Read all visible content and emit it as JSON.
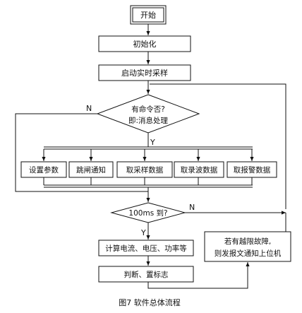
{
  "flowchart": {
    "start": "开始",
    "init": "初始化",
    "start_sampling": "启动实时采样",
    "decision_command": [
      "有命令否?",
      "即:消息处理"
    ],
    "label_n1": "N",
    "label_y1": "Y",
    "handlers": [
      "设置参数",
      "跳闸通知",
      "取采样数据",
      "取录波数据",
      "取报警数据"
    ],
    "decision_100ms": "100ms 到?",
    "label_n2": "N",
    "label_y2": "Y",
    "calc": "计算电流、电压、功率等",
    "judge": "判断、置标志",
    "fault_report": [
      "若有越限故障,",
      "则发报文通知上位机"
    ],
    "caption": "图7  软件总体流程"
  },
  "colors": {
    "stroke": "#111111",
    "fill": "#ffffff"
  }
}
